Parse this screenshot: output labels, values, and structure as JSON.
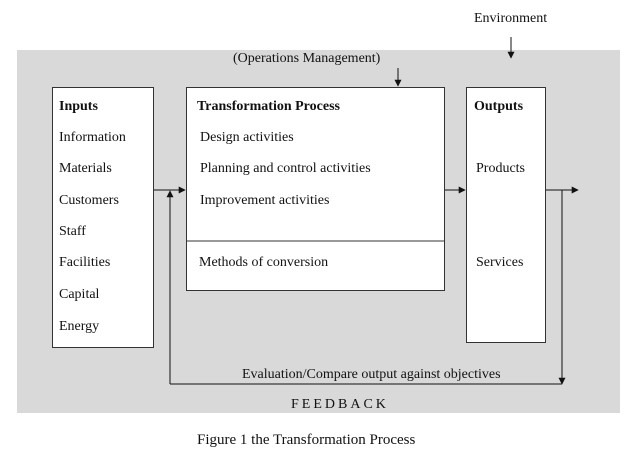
{
  "environment_label": "Environment",
  "ops_mgmt_label": "(Operations Management)",
  "inputs": {
    "title": "Inputs",
    "items": [
      "Information",
      "Materials",
      "Customers",
      "Staff",
      "Facilities",
      "Capital",
      "Energy"
    ]
  },
  "transformation": {
    "title": "Transformation Process",
    "items": [
      "Design activities",
      "Planning and control activities",
      "Improvement activities"
    ],
    "methods": "Methods of conversion"
  },
  "outputs": {
    "title": "Outputs",
    "items": [
      "Products",
      "Services"
    ]
  },
  "evaluation_label": "Evaluation/Compare output against objectives",
  "feedback_label": "FEEDBACK",
  "caption": "Figure 1 the Transformation Process",
  "colors": {
    "panel": "#d9d9d9",
    "line": "#333333"
  }
}
